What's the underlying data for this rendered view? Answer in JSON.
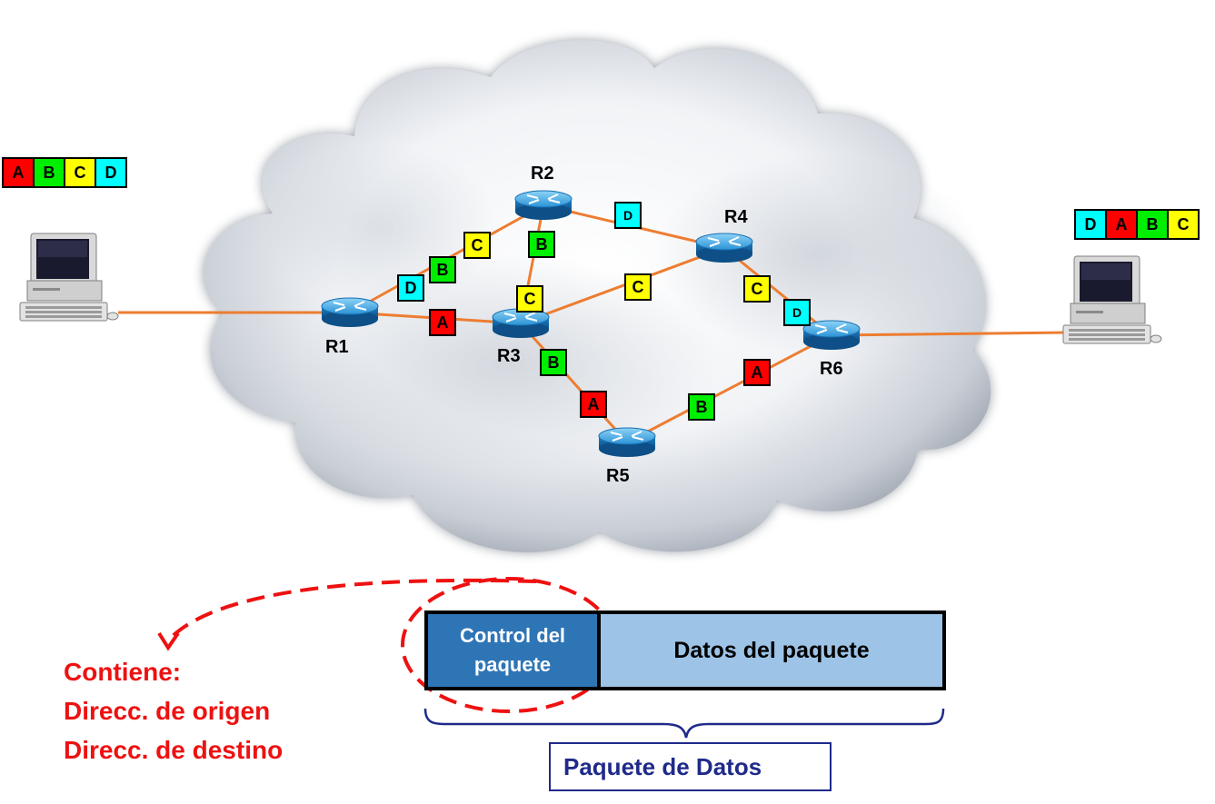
{
  "routers": [
    {
      "id": "R1",
      "label": "R1"
    },
    {
      "id": "R2",
      "label": "R2"
    },
    {
      "id": "R3",
      "label": "R3"
    },
    {
      "id": "R4",
      "label": "R4"
    },
    {
      "id": "R5",
      "label": "R5"
    },
    {
      "id": "R6",
      "label": "R6"
    }
  ],
  "colors": {
    "A": "#ff0000",
    "B": "#00ee00",
    "C": "#ffff00",
    "D": "#00ffff"
  },
  "source_packets": [
    "A",
    "B",
    "C",
    "D"
  ],
  "destination_packets": [
    "D",
    "A",
    "B",
    "C"
  ],
  "link_packets": {
    "r1_r2": [
      "D",
      "B",
      "C"
    ],
    "r1_r3": "A",
    "r2_r3": [
      "B",
      "C"
    ],
    "r2_r4": "D",
    "r3_r4": "C",
    "r4_r6": [
      "C",
      "D"
    ],
    "r3_r5": [
      "B",
      "A"
    ],
    "r5_r6": [
      "B",
      "A"
    ]
  },
  "annotation": {
    "line1": "Contiene:",
    "line2": "Direcc. de origen",
    "line3": "Direcc. de destino"
  },
  "packet_structure": {
    "control": "Control del paquete",
    "data": "Datos del paquete",
    "title": "Paquete de Datos"
  }
}
